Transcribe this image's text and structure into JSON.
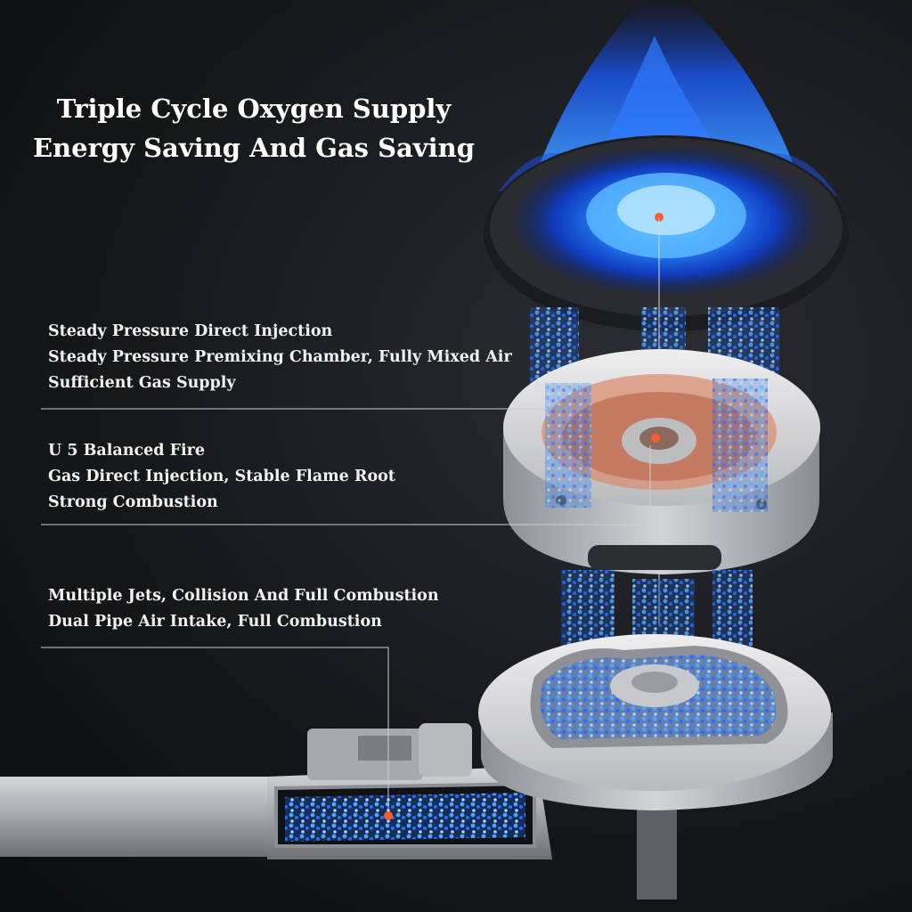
{
  "headline": {
    "line1": "Triple Cycle Oxygen Supply",
    "line2": "Energy Saving And Gas Saving"
  },
  "features": [
    {
      "lines": [
        "Steady Pressure Direct Injection",
        "Steady Pressure Premixing Chamber, Fully Mixed Air",
        "Sufficient Gas Supply"
      ]
    },
    {
      "lines": [
        "U 5 Balanced Fire",
        "Gas Direct Injection, Stable Flame Root",
        "Strong Combustion"
      ]
    },
    {
      "lines": [
        "Multiple Jets, Collision And Full Combustion",
        "Dual Pipe Air Intake, Full Combustion"
      ]
    }
  ],
  "colors": {
    "flame": "#1f6bff",
    "accent_dot": "#ff5a2a",
    "metal": "#c9cacd",
    "background": "#15171b"
  },
  "icons": [
    "flame-icon",
    "burner-cap-icon",
    "distributor-icon",
    "gas-pipe-icon"
  ]
}
